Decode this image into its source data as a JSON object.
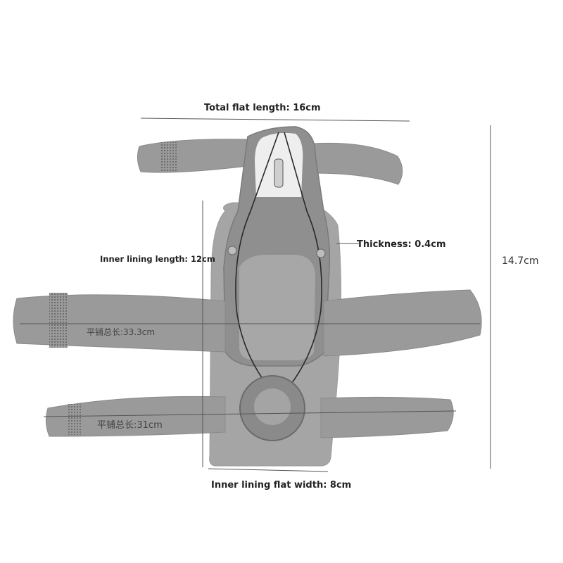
{
  "dimensions": {
    "total_flat_length": "Total flat length: 16cm",
    "height": "14.7cm",
    "inner_lining_length": "Inner lining length: 12cm",
    "thickness": "Thickness: 0.4cm",
    "upper_strap_flat_length": "平铺总长:33.3cm",
    "lower_strap_flat_length": "平铺总长:31cm",
    "inner_lining_flat_width": "Inner lining flat width: 8cm"
  },
  "colors": {
    "strap": "#9a9a9a",
    "strap_edge": "#8a8a8a",
    "shell": "#8f8f8f",
    "lining": "#a8a8a8",
    "line": "#555555",
    "mesh": "#6e6e6e"
  }
}
